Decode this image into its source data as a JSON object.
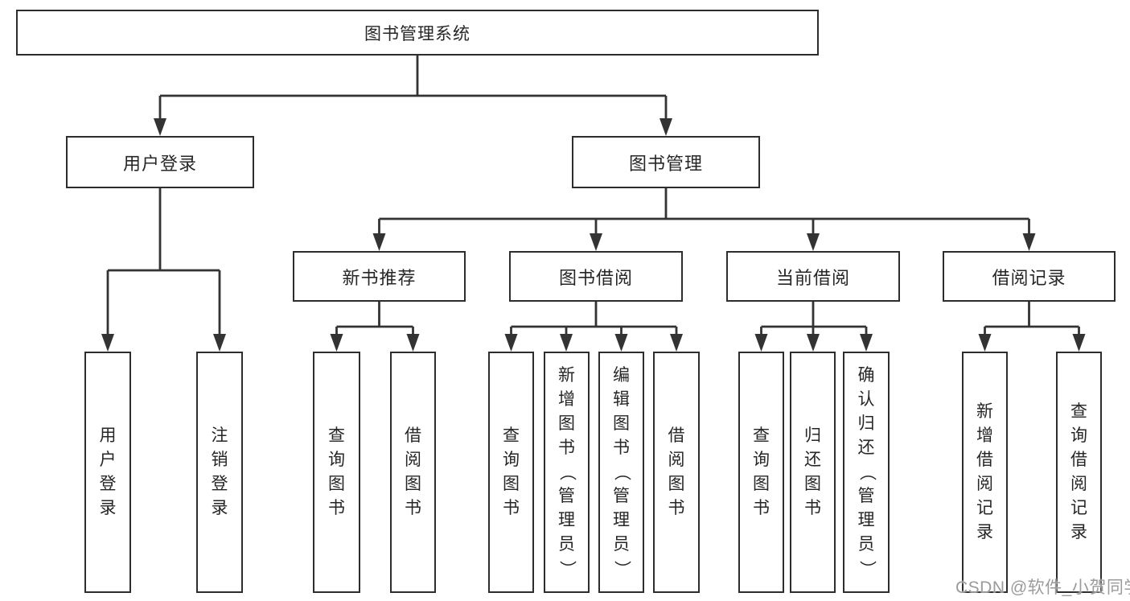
{
  "diagram": {
    "root": {
      "label": "图书管理系统"
    },
    "level2": [
      {
        "label": "用户登录"
      },
      {
        "label": "图书管理"
      }
    ],
    "level3": [
      {
        "label": "新书推荐"
      },
      {
        "label": "图书借阅"
      },
      {
        "label": "当前借阅"
      },
      {
        "label": "借阅记录"
      }
    ],
    "leaves": [
      {
        "label": "用户登录"
      },
      {
        "label": "注销登录"
      },
      {
        "label": "查询图书"
      },
      {
        "label": "借阅图书"
      },
      {
        "label": "查询图书"
      },
      {
        "label": "新增图书（管理员）"
      },
      {
        "label": "编辑图书（管理员）"
      },
      {
        "label": "借阅图书"
      },
      {
        "label": "查询图书"
      },
      {
        "label": "归还图书"
      },
      {
        "label": "确认归还（管理员）"
      },
      {
        "label": "新增借阅记录"
      },
      {
        "label": "查询借阅记录"
      }
    ]
  },
  "watermark": {
    "text": "CSDN @软件_小贺同学"
  },
  "colors": {
    "line": "#333333",
    "border": "#2d2d2d",
    "text": "#262626",
    "watermark": "#9b9b9b",
    "background": "#ffffff"
  }
}
